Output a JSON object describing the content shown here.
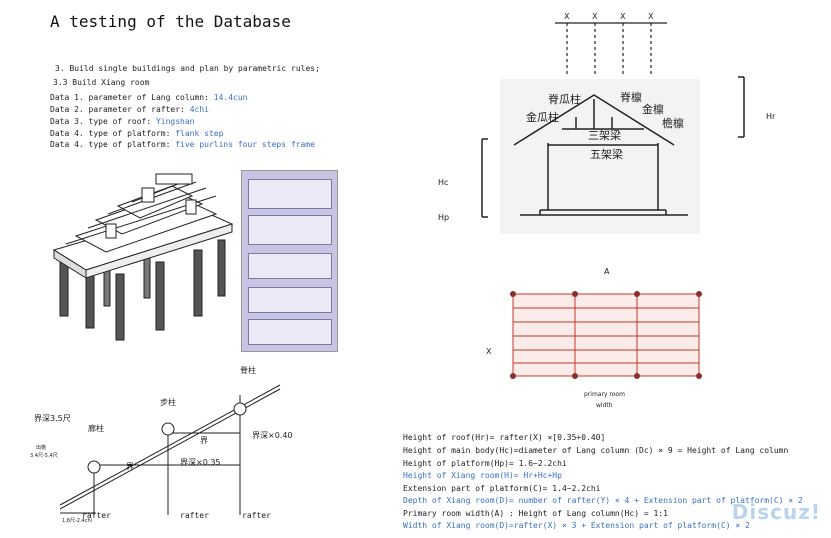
{
  "title": "A testing of the Database",
  "intro": {
    "line1": "3. Build single buildings and plan by parametric rules;",
    "line2": "3.3 Build Xiang room"
  },
  "params": [
    {
      "label": "Data 1. parameter of Lang column: ",
      "value": "14.4cun"
    },
    {
      "label": "Data 2. parameter of rafter: ",
      "value": "4chi"
    },
    {
      "label": "Data 3. type of roof: ",
      "value": "Yingshan"
    },
    {
      "label": "Data 4. type of platform: ",
      "value": "flank step"
    },
    {
      "label": "Data 4. type of platform: ",
      "value": "five purlins four steps frame"
    }
  ],
  "section_labels": {
    "x_marks": [
      "X",
      "X",
      "X",
      "X"
    ],
    "hr": "Hr",
    "hc": "Hc",
    "hp": "Hp",
    "ridge_purlin": "脊檩",
    "ridge_post": "脊瓜柱",
    "gold_post": "金瓜柱",
    "gold_purlin": "金檩",
    "eave_purlin": "檐檩",
    "three_beam": "三架梁",
    "five_beam": "五架梁"
  },
  "plan": {
    "a_label": "A",
    "x_label": "X",
    "caption_line1": "primary room",
    "caption_line2": "width"
  },
  "rafter_diagram": {
    "ridge_post": "脊柱",
    "step_post": "步柱",
    "eave_post": "廊柱",
    "depth_label": "界深3.5尺",
    "left_note": "出檐",
    "left_note2": "3.4尺-5.4尺",
    "ratio_top": "界深×0.40",
    "ratio_mid": "界深×0.35",
    "jie1": "界",
    "jie2": "界",
    "bottom_dim": "1.8尺-2.4chi",
    "rafter_labels": [
      "rafter",
      "rafter",
      "rafter"
    ]
  },
  "formulas": [
    {
      "text": "Height of roof(Hr)= rafter(X) ×[0.35+0.40]",
      "blue": false
    },
    {
      "text": "Height of main body(Hc)=diameter of Lang column (Dc) × 9 = Height of Lang column",
      "blue": false
    },
    {
      "text": "Height of platform(Hp)= 1.6~2.2chi",
      "blue": false
    },
    {
      "text": "Height of Xiang room(H)= Hr+Hc+Hp",
      "blue": true
    },
    {
      "text": "Extension part of platform(C)= 1.4~2.2chi",
      "blue": false
    },
    {
      "text": "Depth of Xiang room(D)= number of rafter(Y) × 4 + Extension part of platform(C) × 2",
      "blue": true
    },
    {
      "text": "Primary room width(A) : Height of Lang column(Hc) = 1:1",
      "blue": false
    },
    {
      "text": "Width of Xiang room(D)=rafter(X) × 3 + Extension part of platform(C) × 2",
      "blue": true
    }
  ],
  "watermark": "Discuz!"
}
